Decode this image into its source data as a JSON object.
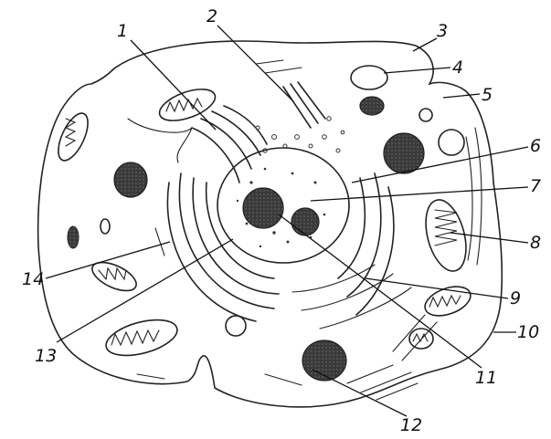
{
  "figure": {
    "labels": [
      "1",
      "2",
      "3",
      "4",
      "5",
      "6",
      "7",
      "8",
      "9",
      "10",
      "11",
      "12",
      "13",
      "14"
    ]
  },
  "colors": {
    "ink": "#222222",
    "cytoplasm_fill": "#eeeeee",
    "nucleus_fill": "#f4f4f4",
    "dense_body": "#2a2a2a",
    "vacuole": "#ffffff"
  }
}
